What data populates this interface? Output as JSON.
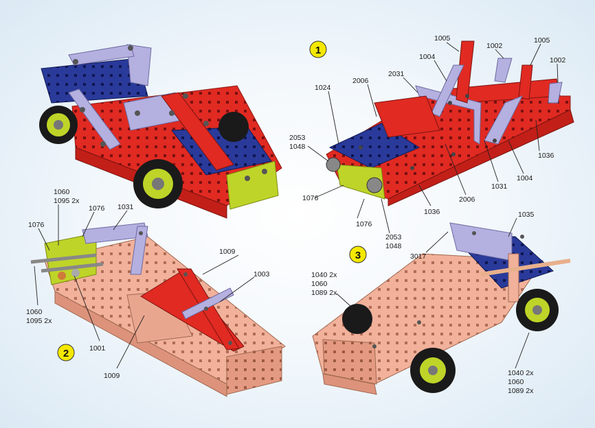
{
  "steps": [
    "1",
    "2",
    "3"
  ],
  "labels": {
    "s1": {
      "p1005a": "1005",
      "p1002a": "1002",
      "p1005b": "1005",
      "p1002b": "1002",
      "p1004a": "1004",
      "p2031": "2031",
      "p2006a": "2006",
      "p1024": "1024",
      "p2053a": "2053",
      "p1048a": "1048",
      "p1036a": "1036",
      "p1031": "1031",
      "p1004b": "1004",
      "p2006b": "2006",
      "p1076a": "1076",
      "p1076b": "1076",
      "p1036b": "1036",
      "p2053b": "2053",
      "p1048b": "1048"
    },
    "s2": {
      "p1060a": "1060",
      "p1095a": "1095 2x",
      "p1076a": "1076",
      "p1031": "1031",
      "p1076b": "1076",
      "p1009a": "1009",
      "p1003": "1003",
      "p1060b": "1060",
      "p1095b": "1095 2x",
      "p1001": "1001",
      "p1009b": "1009"
    },
    "s3": {
      "p1035": "1035",
      "p3017": "3017",
      "p1040a": "1040 2x",
      "p1060a": "1060",
      "p1089a": "1089 2x",
      "p1040b": "1040 2x",
      "p1060b": "1060",
      "p1089b": "1089 2x"
    }
  },
  "colors": {
    "red": "#e02a22",
    "blue": "#2a3a9a",
    "lilac": "#b4b0e0",
    "lime": "#bfd428",
    "peach": "#f1b19a",
    "tire": "#1a1a1a",
    "step_badge": "#f5e800"
  }
}
